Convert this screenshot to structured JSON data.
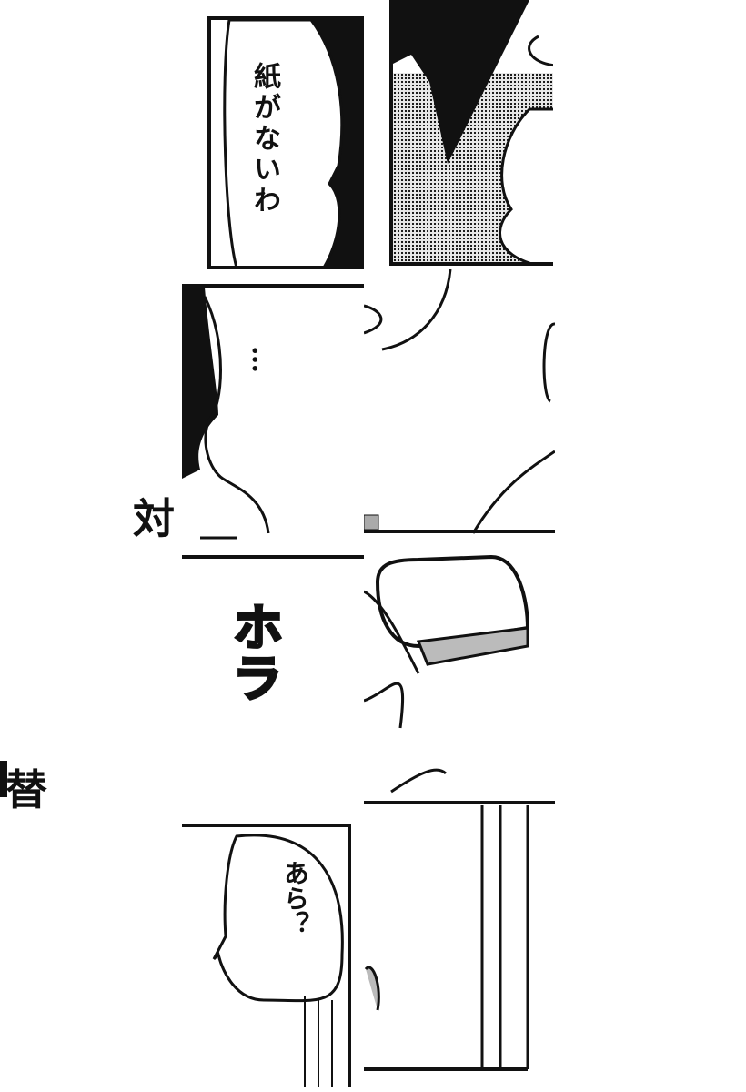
{
  "side_text": {
    "left_char_1": "対",
    "left_char_2": "替"
  },
  "panels": [
    {
      "speech": "紙がないわ"
    },
    {
      "speech": "…"
    },
    {
      "sfx": "ホラ"
    },
    {
      "speech": "あら？"
    }
  ],
  "colors": {
    "ink": "#111111",
    "paper": "#ffffff",
    "screentone": "#e8e8e8"
  }
}
